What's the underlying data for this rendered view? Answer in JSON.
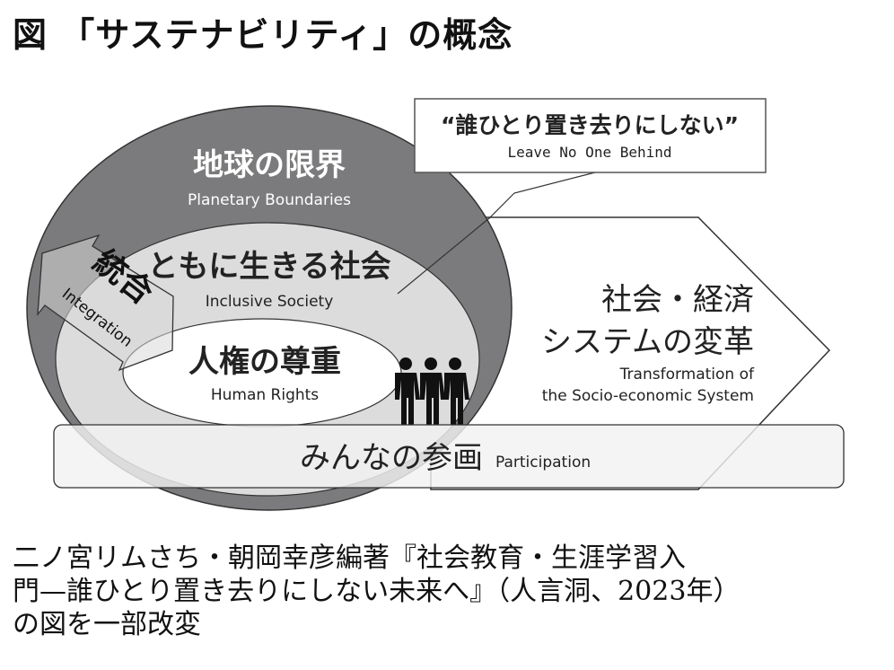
{
  "title": "図 「サステナビリティ」の概念",
  "diagram": {
    "planetary": {
      "jp": "地球の限界",
      "en": "Planetary Boundaries"
    },
    "inclusive": {
      "jp": "ともに生きる社会",
      "en": "Inclusive Society"
    },
    "human_rights": {
      "jp": "人権の尊重",
      "en": "Human Rights"
    },
    "integration": {
      "jp": "統合",
      "en": "Integration"
    },
    "callout": {
      "jp": "“誰ひとり置き去りにしない”",
      "en": "Leave No One Behind"
    },
    "transformation": {
      "jp1": "社会・経済",
      "jp2": "システムの変革",
      "en1": "Transformation of",
      "en2": "the Socio-economic System"
    },
    "participation": {
      "jp": "みんなの参画",
      "en": "Participation"
    },
    "people_icon": "people-group-icon",
    "colors": {
      "outer": "#7b7b7d",
      "middle": "#dcdcdc",
      "inner": "#ffffff",
      "bar": "#f2f2f2",
      "stroke": "#333333"
    }
  },
  "caption": {
    "line1": "二ノ宮リムさち・朝岡幸彦編著『社会教育・生涯学習入",
    "line2": "門—誰ひとり置き去りにしない未来へ』（人言洞、2023年）",
    "line3": "の図を一部改変"
  }
}
